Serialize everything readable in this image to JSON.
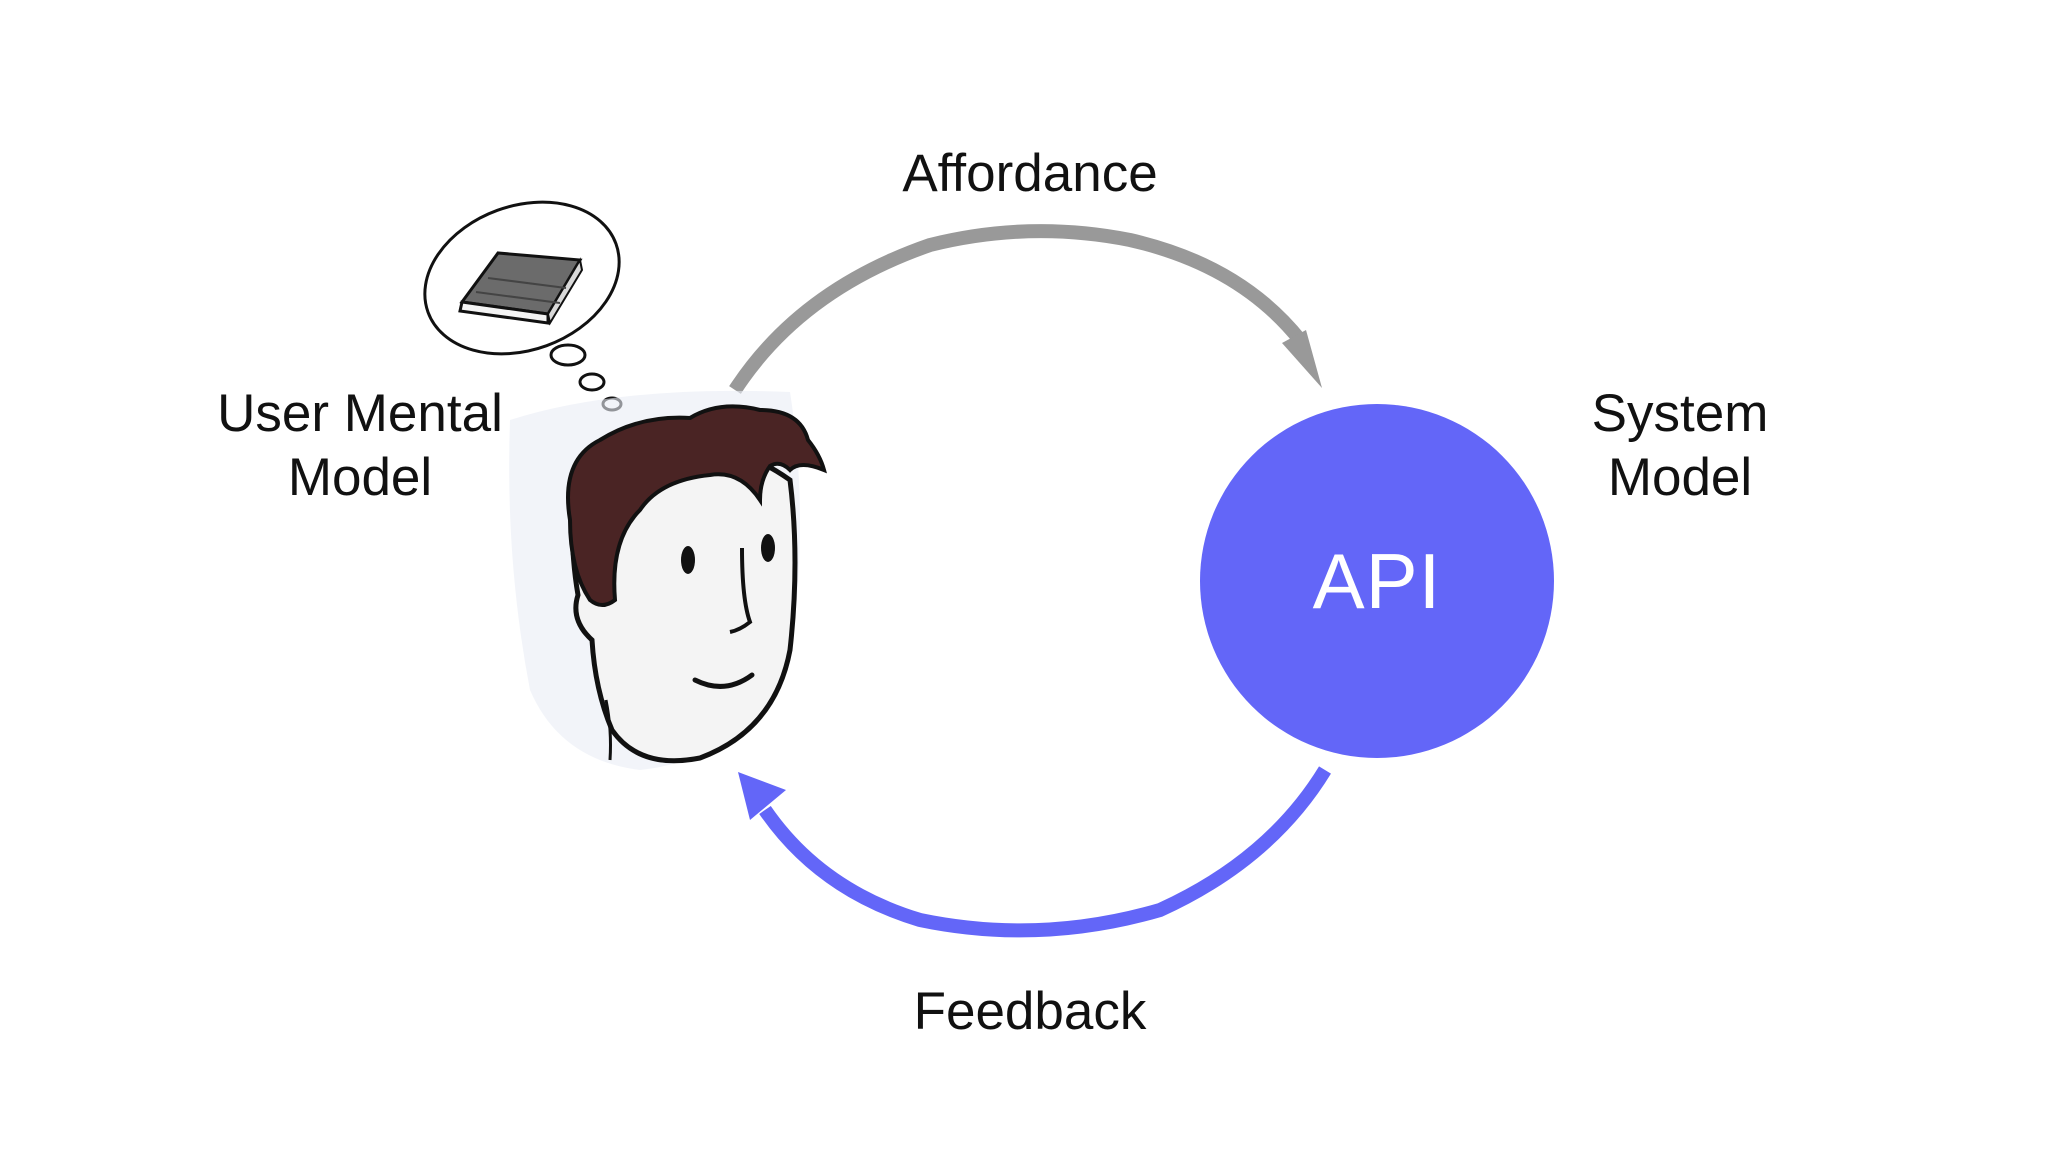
{
  "labels": {
    "affordance": "Affordance",
    "feedback": "Feedback",
    "user_model": [
      "User Mental",
      "Model"
    ],
    "system_model": [
      "System",
      "Model"
    ],
    "api": "API"
  },
  "colors": {
    "affordance_arrow": "#999999",
    "feedback_arrow": "#6366f8",
    "api_circle": "#6366f8",
    "hair": "#4a2424",
    "ink": "#111111"
  },
  "icons": {
    "user": "cartoon-head-icon",
    "thought": "thought-bubble-icon",
    "book": "book-icon"
  }
}
